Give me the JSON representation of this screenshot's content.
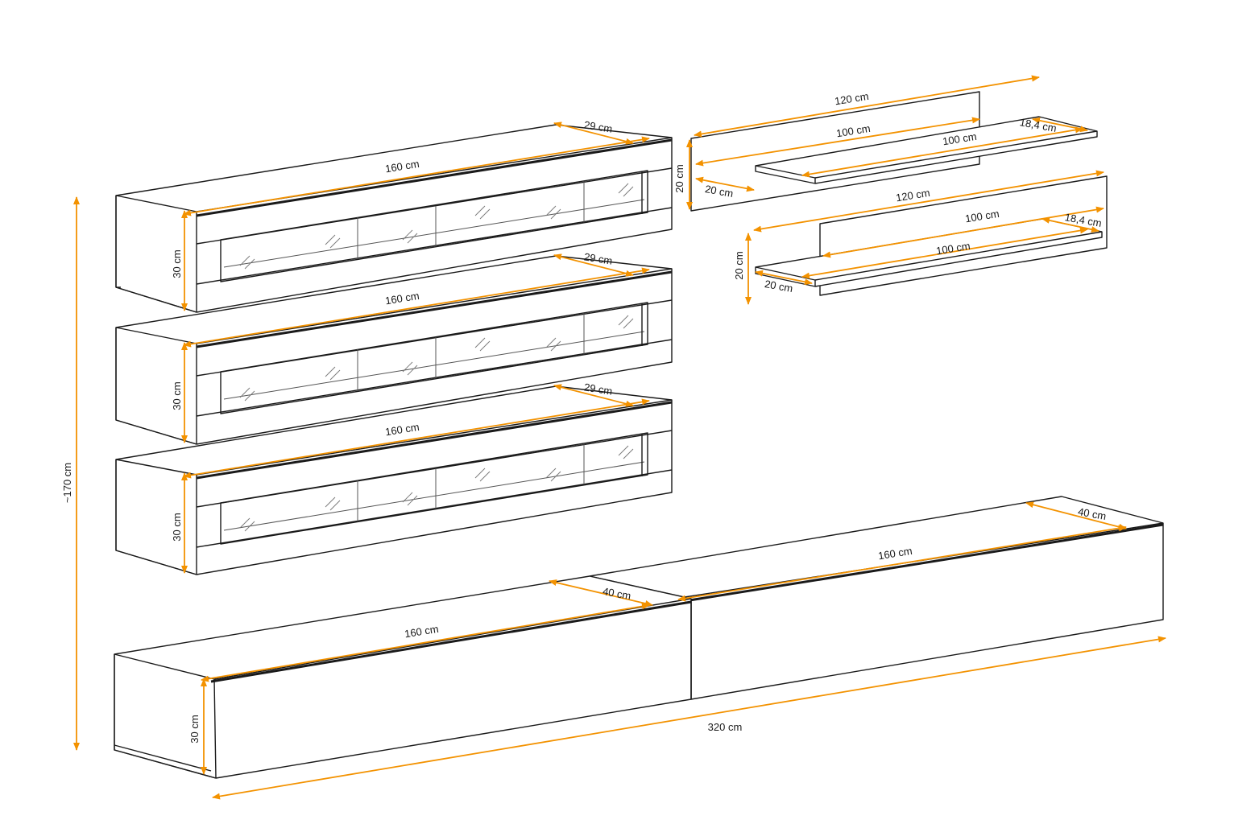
{
  "colors": {
    "dimension": "#f39200",
    "outline": "#1a1a1a",
    "background": "#ffffff"
  },
  "dimensions": {
    "overall_height": "~170 cm",
    "cabinet_top": {
      "length": "160 cm",
      "depth": "29 cm",
      "height": "30 cm"
    },
    "cabinet_middle": {
      "length": "160 cm",
      "depth": "29 cm",
      "height": "30 cm"
    },
    "cabinet_bottom": {
      "length": "160 cm",
      "depth": "29 cm",
      "height": "30 cm"
    },
    "shelf_upper": {
      "panel_length": "120 cm",
      "shelf_length": "100 cm",
      "shelf_inner": "100 cm",
      "depth": "18,4 cm",
      "height": "20 cm",
      "side_depth": "20 cm"
    },
    "shelf_lower": {
      "panel_length": "120 cm",
      "shelf_length": "100 cm",
      "shelf_inner": "100 cm",
      "depth": "18,4 cm",
      "height": "20 cm",
      "side_depth": "20 cm"
    },
    "tv_left": {
      "length": "160 cm",
      "depth": "40 cm",
      "height": "30 cm"
    },
    "tv_right": {
      "length": "160 cm",
      "depth": "40 cm"
    },
    "tv_total": "320 cm"
  }
}
